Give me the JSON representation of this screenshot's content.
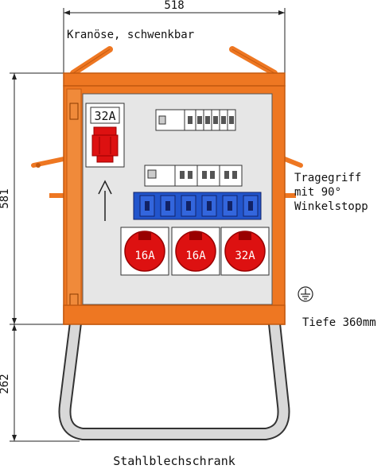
{
  "dimensions": {
    "width": "518",
    "height": "581",
    "frame_height": "262"
  },
  "labels": {
    "crane_eye": "Kranöse, schwenkbar",
    "handle_line1": "Tragegriff",
    "handle_line2": "mit 90°",
    "handle_line3": "Winkelstopp",
    "depth": "Tiefe 360mm",
    "caption": "Stahlblechschrank"
  },
  "sockets": {
    "top": "32A",
    "bottom_1": "16A",
    "bottom_2": "16A",
    "bottom_3": "32A"
  },
  "icons": {
    "ground": "earth-ground-icon",
    "arrow": "up-arrow-icon"
  },
  "colors": {
    "cabinet": "#ee7722",
    "cabinet_dark": "#c45a10",
    "panel": "#e6e6e6",
    "socket_red": "#dd1111",
    "socket_dark": "#990000",
    "rcd_blue": "#2255cc",
    "frame": "#d8d8d8"
  }
}
